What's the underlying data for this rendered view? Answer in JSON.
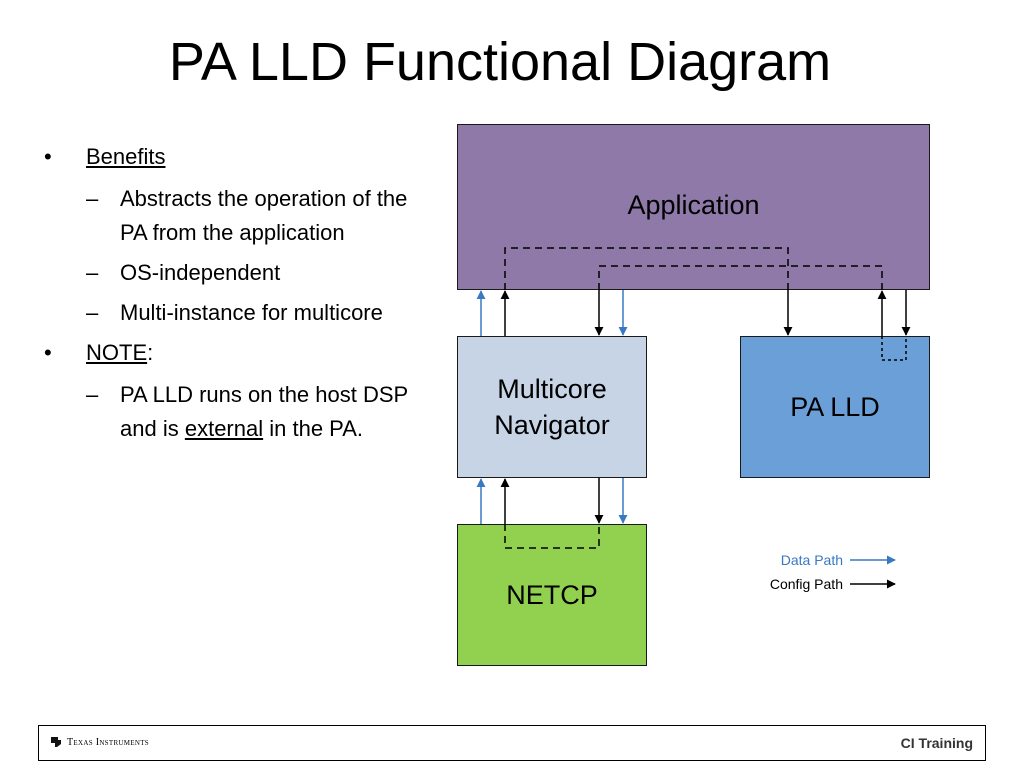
{
  "title": "PA LLD Functional Diagram",
  "bullets": {
    "benefits": "Benefits",
    "benefit_items": [
      "Abstracts the operation of the PA from the application",
      "OS-independent",
      "Multi-instance for multicore"
    ],
    "note": "NOTE",
    "note_suffix": ":",
    "note_pre": "PA LLD runs on the host DSP and is",
    "note_external": "external",
    "note_post": "in the PA.",
    "bullet_glyph": "•",
    "dash_glyph": "–"
  },
  "diagram": {
    "application": "Application",
    "navigator_line1": "Multicore",
    "navigator_line2": "Navigator",
    "pa_lld": "PA LLD",
    "netcp": "NETCP",
    "legend_data": "Data Path",
    "legend_config": "Config Path",
    "colors": {
      "application": "#8e79a8",
      "navigator": "#c6d4e6",
      "pa_lld": "#6b9fd8",
      "netcp": "#92d050",
      "data_path": "#3a78c2",
      "config_path": "#000000"
    }
  },
  "footer": {
    "company": "Texas Instruments",
    "tag": "CI Training",
    "logo_icon": "ti-logo-icon"
  }
}
